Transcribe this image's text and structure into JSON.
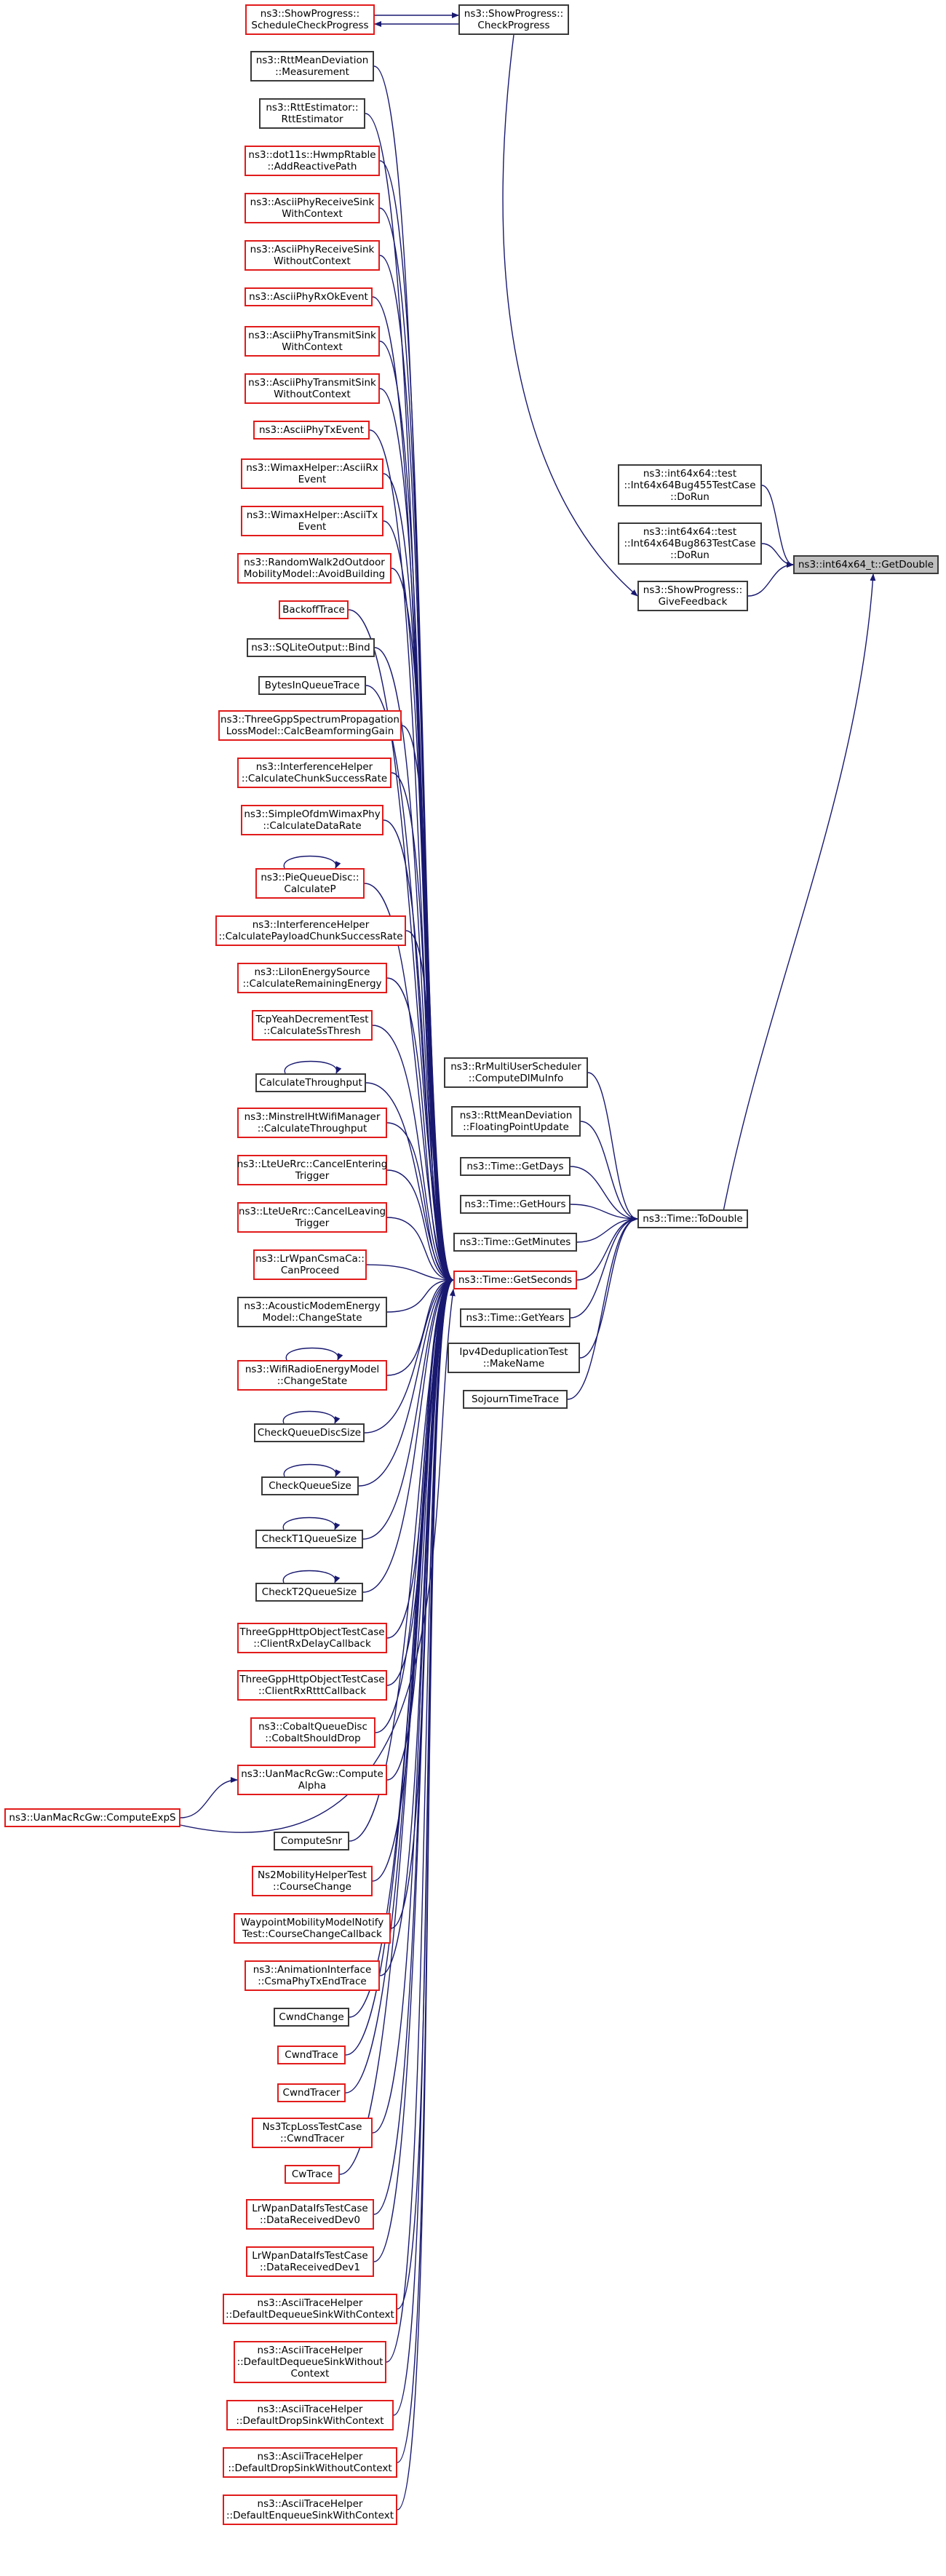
{
  "diagram": {
    "kind": "doxygen caller graph",
    "colors": {
      "edge": "#191970",
      "undocumented_border": "#e21b1b",
      "documented_border": "#3a3a3a",
      "focus_fill": "#bfbfbf"
    },
    "nodes": [
      {
        "id": "getdouble",
        "label": "ns3::int64x64_t::GetDouble",
        "style": "focus"
      },
      {
        "id": "test455",
        "label": "ns3::int64x64::test\n::Int64x64Bug455TestCase\n::DoRun",
        "style": "documented"
      },
      {
        "id": "test863",
        "label": "ns3::int64x64::test\n::Int64x64Bug863TestCase\n::DoRun",
        "style": "documented"
      },
      {
        "id": "givefeedback",
        "label": "ns3::ShowProgress::\nGiveFeedback",
        "style": "documented"
      },
      {
        "id": "checkprogress",
        "label": "ns3::ShowProgress::\nCheckProgress",
        "style": "documented"
      },
      {
        "id": "schedulecheck",
        "label": "ns3::ShowProgress::\nScheduleCheckProgress",
        "style": "undocumented"
      },
      {
        "id": "todouble",
        "label": "ns3::Time::ToDouble",
        "style": "documented"
      },
      {
        "id": "rrmulti",
        "label": "ns3::RrMultiUserScheduler\n::ComputeDlMuInfo",
        "style": "documented"
      },
      {
        "id": "rttfloat",
        "label": "ns3::RttMeanDeviation\n::FloatingPointUpdate",
        "style": "documented"
      },
      {
        "id": "getdays",
        "label": "ns3::Time::GetDays",
        "style": "documented"
      },
      {
        "id": "gethours",
        "label": "ns3::Time::GetHours",
        "style": "documented"
      },
      {
        "id": "getminutes",
        "label": "ns3::Time::GetMinutes",
        "style": "documented"
      },
      {
        "id": "getseconds",
        "label": "ns3::Time::GetSeconds",
        "style": "undocumented"
      },
      {
        "id": "getyears",
        "label": "ns3::Time::GetYears",
        "style": "documented"
      },
      {
        "id": "ipv4dedup",
        "label": "Ipv4DeduplicationTest\n::MakeName",
        "style": "documented"
      },
      {
        "id": "sojourn",
        "label": "SojournTimeTrace",
        "style": "documented"
      },
      {
        "id": "computeexps",
        "label": "ns3::UanMacRcGw::ComputeExpS",
        "style": "undocumented"
      },
      {
        "id": "rttmeasure",
        "label": "ns3::RttMeanDeviation\n::Measurement",
        "style": "documented"
      },
      {
        "id": "rttest",
        "label": "ns3::RttEstimator::\nRttEstimator",
        "style": "documented"
      },
      {
        "id": "hwmp",
        "label": "ns3::dot11s::HwmpRtable\n::AddReactivePath",
        "style": "undocumented"
      },
      {
        "id": "asciirxwith",
        "label": "ns3::AsciiPhyReceiveSink\nWithContext",
        "style": "undocumented"
      },
      {
        "id": "asciirxwithout",
        "label": "ns3::AsciiPhyReceiveSink\nWithoutContext",
        "style": "undocumented"
      },
      {
        "id": "asciirxok",
        "label": "ns3::AsciiPhyRxOkEvent",
        "style": "undocumented"
      },
      {
        "id": "asciitxwith",
        "label": "ns3::AsciiPhyTransmitSink\nWithContext",
        "style": "undocumented"
      },
      {
        "id": "asciitxwithout",
        "label": "ns3::AsciiPhyTransmitSink\nWithoutContext",
        "style": "undocumented"
      },
      {
        "id": "asciitxevent",
        "label": "ns3::AsciiPhyTxEvent",
        "style": "undocumented"
      },
      {
        "id": "wimaxrx",
        "label": "ns3::WimaxHelper::AsciiRx\nEvent",
        "style": "undocumented"
      },
      {
        "id": "wimaxtx",
        "label": "ns3::WimaxHelper::AsciiTx\nEvent",
        "style": "undocumented"
      },
      {
        "id": "randomwalk",
        "label": "ns3::RandomWalk2dOutdoor\nMobilityModel::AvoidBuilding",
        "style": "undocumented"
      },
      {
        "id": "backofftrace",
        "label": "BackoffTrace",
        "style": "undocumented"
      },
      {
        "id": "sqlite",
        "label": "ns3::SQLiteOutput::Bind",
        "style": "documented"
      },
      {
        "id": "bytesinqueue",
        "label": "BytesInQueueTrace",
        "style": "documented"
      },
      {
        "id": "threegppspec",
        "label": "ns3::ThreeGppSpectrumPropagation\nLossModel::CalcBeamformingGain",
        "style": "undocumented"
      },
      {
        "id": "interfchunk",
        "label": "ns3::InterferenceHelper\n::CalculateChunkSuccessRate",
        "style": "undocumented"
      },
      {
        "id": "simpleofdm",
        "label": "ns3::SimpleOfdmWimaxPhy\n::CalculateDataRate",
        "style": "undocumented"
      },
      {
        "id": "piequeue",
        "label": "ns3::PieQueueDisc::\nCalculateP",
        "style": "undocumented"
      },
      {
        "id": "interfpayload",
        "label": "ns3::InterferenceHelper\n::CalculatePayloadChunkSuccessRate",
        "style": "undocumented"
      },
      {
        "id": "liion",
        "label": "ns3::LiIonEnergySource\n::CalculateRemainingEnergy",
        "style": "undocumented"
      },
      {
        "id": "tcpyeah",
        "label": "TcpYeahDecrementTest\n::CalculateSsThresh",
        "style": "undocumented"
      },
      {
        "id": "calcthroughput",
        "label": "CalculateThroughput",
        "style": "documented"
      },
      {
        "id": "minstrel",
        "label": "ns3::MinstrelHtWifiManager\n::CalculateThroughput",
        "style": "undocumented"
      },
      {
        "id": "ltecancelenter",
        "label": "ns3::LteUeRrc::CancelEntering\nTrigger",
        "style": "undocumented"
      },
      {
        "id": "ltecancelleave",
        "label": "ns3::LteUeRrc::CancelLeaving\nTrigger",
        "style": "undocumented"
      },
      {
        "id": "lrwpancsma",
        "label": "ns3::LrWpanCsmaCa::\nCanProceed",
        "style": "undocumented"
      },
      {
        "id": "acoustic",
        "label": "ns3::AcousticModemEnergy\nModel::ChangeState",
        "style": "documented"
      },
      {
        "id": "wifiradio",
        "label": "ns3::WifiRadioEnergyModel\n::ChangeState",
        "style": "undocumented"
      },
      {
        "id": "checkqueuedisc",
        "label": "CheckQueueDiscSize",
        "style": "documented"
      },
      {
        "id": "checkqueue",
        "label": "CheckQueueSize",
        "style": "documented"
      },
      {
        "id": "checkt1",
        "label": "CheckT1QueueSize",
        "style": "documented"
      },
      {
        "id": "checkt2",
        "label": "CheckT2QueueSize",
        "style": "documented"
      },
      {
        "id": "threegpprxdelay",
        "label": "ThreeGppHttpObjectTestCase\n::ClientRxDelayCallback",
        "style": "undocumented"
      },
      {
        "id": "threegpprxrttt",
        "label": "ThreeGppHttpObjectTestCase\n::ClientRxRtttCallback",
        "style": "undocumented"
      },
      {
        "id": "cobalt",
        "label": "ns3::CobaltQueueDisc\n::CobaltShouldDrop",
        "style": "undocumented"
      },
      {
        "id": "uancompalpha",
        "label": "ns3::UanMacRcGw::Compute\nAlpha",
        "style": "undocumented"
      },
      {
        "id": "computesnr",
        "label": "ComputeSnr",
        "style": "documented"
      },
      {
        "id": "ns2mobility",
        "label": "Ns2MobilityHelperTest\n::CourseChange",
        "style": "undocumented"
      },
      {
        "id": "waypoint",
        "label": "WaypointMobilityModelNotify\nTest::CourseChangeCallback",
        "style": "undocumented"
      },
      {
        "id": "animcsma",
        "label": "ns3::AnimationInterface\n::CsmaPhyTxEndTrace",
        "style": "undocumented"
      },
      {
        "id": "cwndchange",
        "label": "CwndChange",
        "style": "documented"
      },
      {
        "id": "cwndtrace",
        "label": "CwndTrace",
        "style": "undocumented"
      },
      {
        "id": "cwndtracer",
        "label": "CwndTracer",
        "style": "undocumented"
      },
      {
        "id": "ns3tcploss",
        "label": "Ns3TcpLossTestCase\n::CwndTracer",
        "style": "undocumented"
      },
      {
        "id": "cwtrace",
        "label": "CwTrace",
        "style": "undocumented"
      },
      {
        "id": "lrwpandev0",
        "label": "LrWpanDataIfsTestCase\n::DataReceivedDev0",
        "style": "undocumented"
      },
      {
        "id": "lrwpandev1",
        "label": "LrWpanDataIfsTestCase\n::DataReceivedDev1",
        "style": "undocumented"
      },
      {
        "id": "asciideqwith",
        "label": "ns3::AsciiTraceHelper\n::DefaultDequeueSinkWithContext",
        "style": "undocumented"
      },
      {
        "id": "asciideqwithout",
        "label": "ns3::AsciiTraceHelper\n::DefaultDequeueSinkWithout\nContext",
        "style": "undocumented"
      },
      {
        "id": "asciidropwith",
        "label": "ns3::AsciiTraceHelper\n::DefaultDropSinkWithContext",
        "style": "undocumented"
      },
      {
        "id": "asciidropwithout",
        "label": "ns3::AsciiTraceHelper\n::DefaultDropSinkWithoutContext",
        "style": "undocumented"
      },
      {
        "id": "asciienqwith",
        "label": "ns3::AsciiTraceHelper\n::DefaultEnqueueSinkWithContext",
        "style": "undocumented"
      }
    ],
    "edges": [
      [
        "test455",
        "getdouble"
      ],
      [
        "test863",
        "getdouble"
      ],
      [
        "givefeedback",
        "getdouble"
      ],
      [
        "todouble",
        "getdouble"
      ],
      [
        "checkprogress",
        "givefeedback"
      ],
      [
        "checkprogress",
        "schedulecheck"
      ],
      [
        "schedulecheck",
        "checkprogress"
      ],
      [
        "rrmulti",
        "todouble"
      ],
      [
        "rttfloat",
        "todouble"
      ],
      [
        "getdays",
        "todouble"
      ],
      [
        "gethours",
        "todouble"
      ],
      [
        "getminutes",
        "todouble"
      ],
      [
        "getseconds",
        "todouble"
      ],
      [
        "getyears",
        "todouble"
      ],
      [
        "ipv4dedup",
        "todouble"
      ],
      [
        "sojourn",
        "todouble"
      ],
      [
        "computeexps",
        "uancompalpha"
      ],
      [
        "computeexps",
        "getseconds"
      ],
      [
        "piequeue",
        "piequeue"
      ],
      [
        "calcthroughput",
        "calcthroughput"
      ],
      [
        "wifiradio",
        "wifiradio"
      ],
      [
        "checkqueuedisc",
        "checkqueuedisc"
      ],
      [
        "checkqueue",
        "checkqueue"
      ],
      [
        "checkt1",
        "checkt1"
      ],
      [
        "checkt2",
        "checkt2"
      ],
      [
        "rttmeasure",
        "getseconds"
      ],
      [
        "rttest",
        "getseconds"
      ],
      [
        "hwmp",
        "getseconds"
      ],
      [
        "asciirxwith",
        "getseconds"
      ],
      [
        "asciirxwithout",
        "getseconds"
      ],
      [
        "asciirxok",
        "getseconds"
      ],
      [
        "asciitxwith",
        "getseconds"
      ],
      [
        "asciitxwithout",
        "getseconds"
      ],
      [
        "asciitxevent",
        "getseconds"
      ],
      [
        "wimaxrx",
        "getseconds"
      ],
      [
        "wimaxtx",
        "getseconds"
      ],
      [
        "randomwalk",
        "getseconds"
      ],
      [
        "backofftrace",
        "getseconds"
      ],
      [
        "sqlite",
        "getseconds"
      ],
      [
        "bytesinqueue",
        "getseconds"
      ],
      [
        "threegppspec",
        "getseconds"
      ],
      [
        "interfchunk",
        "getseconds"
      ],
      [
        "simpleofdm",
        "getseconds"
      ],
      [
        "piequeue",
        "getseconds"
      ],
      [
        "interfpayload",
        "getseconds"
      ],
      [
        "liion",
        "getseconds"
      ],
      [
        "tcpyeah",
        "getseconds"
      ],
      [
        "calcthroughput",
        "getseconds"
      ],
      [
        "minstrel",
        "getseconds"
      ],
      [
        "ltecancelenter",
        "getseconds"
      ],
      [
        "ltecancelleave",
        "getseconds"
      ],
      [
        "lrwpancsma",
        "getseconds"
      ],
      [
        "acoustic",
        "getseconds"
      ],
      [
        "wifiradio",
        "getseconds"
      ],
      [
        "checkqueuedisc",
        "getseconds"
      ],
      [
        "checkqueue",
        "getseconds"
      ],
      [
        "checkt1",
        "getseconds"
      ],
      [
        "checkt2",
        "getseconds"
      ],
      [
        "threegpprxdelay",
        "getseconds"
      ],
      [
        "threegpprxrttt",
        "getseconds"
      ],
      [
        "cobalt",
        "getseconds"
      ],
      [
        "uancompalpha",
        "getseconds"
      ],
      [
        "computesnr",
        "getseconds"
      ],
      [
        "ns2mobility",
        "getseconds"
      ],
      [
        "waypoint",
        "getseconds"
      ],
      [
        "animcsma",
        "getseconds"
      ],
      [
        "cwndchange",
        "getseconds"
      ],
      [
        "cwndtrace",
        "getseconds"
      ],
      [
        "cwndtracer",
        "getseconds"
      ],
      [
        "ns3tcploss",
        "getseconds"
      ],
      [
        "cwtrace",
        "getseconds"
      ],
      [
        "lrwpandev0",
        "getseconds"
      ],
      [
        "lrwpandev1",
        "getseconds"
      ],
      [
        "asciideqwith",
        "getseconds"
      ],
      [
        "asciideqwithout",
        "getseconds"
      ],
      [
        "asciidropwith",
        "getseconds"
      ],
      [
        "asciidropwithout",
        "getseconds"
      ],
      [
        "asciienqwith",
        "getseconds"
      ]
    ]
  }
}
